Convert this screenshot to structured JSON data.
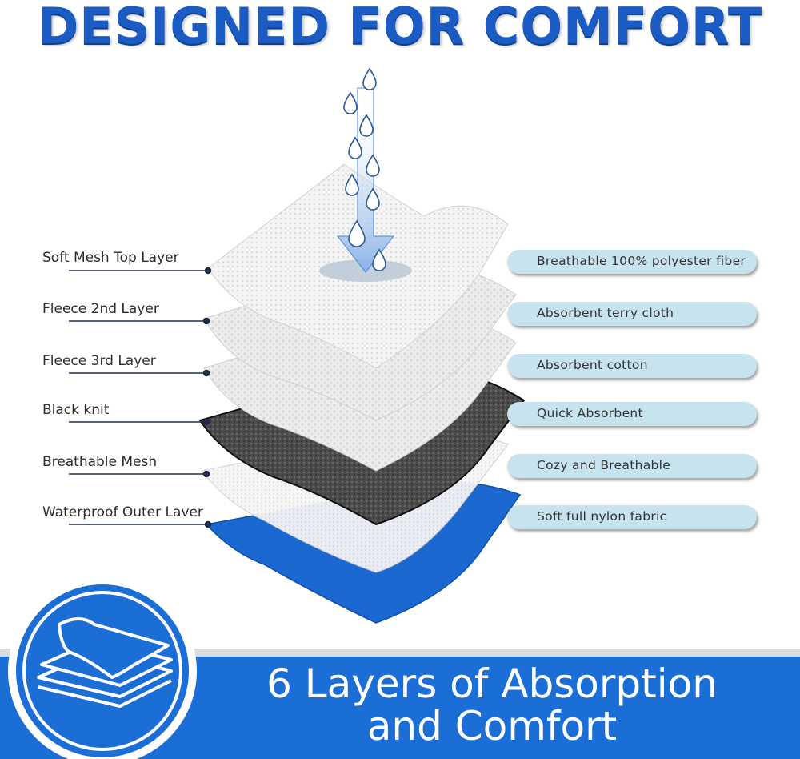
{
  "title": "DESIGNED FOR COMFORT",
  "left_labels": [
    "Soft Mesh Top Layer",
    "Fleece 2nd Layer",
    "Fleece 3rd Layer",
    "Black knit",
    "Breathable Mesh",
    "Waterproof Outer Laver"
  ],
  "right_labels": [
    "Breathable 100% polyester fiber",
    "Absorbent terry cloth",
    "Absorbent cotton",
    "Quick Absorbent",
    "Cozy and Breathable",
    "Soft full nylon fabric"
  ],
  "banner": {
    "line1": "6 Layers of Absorption",
    "line2": "and Comfort"
  },
  "colors": {
    "title_blue": "#1a5cc4",
    "banner_blue": "#1a6ed6",
    "pill_blue": "#c6e3ee",
    "outer_layer_blue": "#1a68d0",
    "black_knit": "#4a4a4a"
  },
  "icons": [
    "water-drop-icon",
    "layers-icon"
  ]
}
